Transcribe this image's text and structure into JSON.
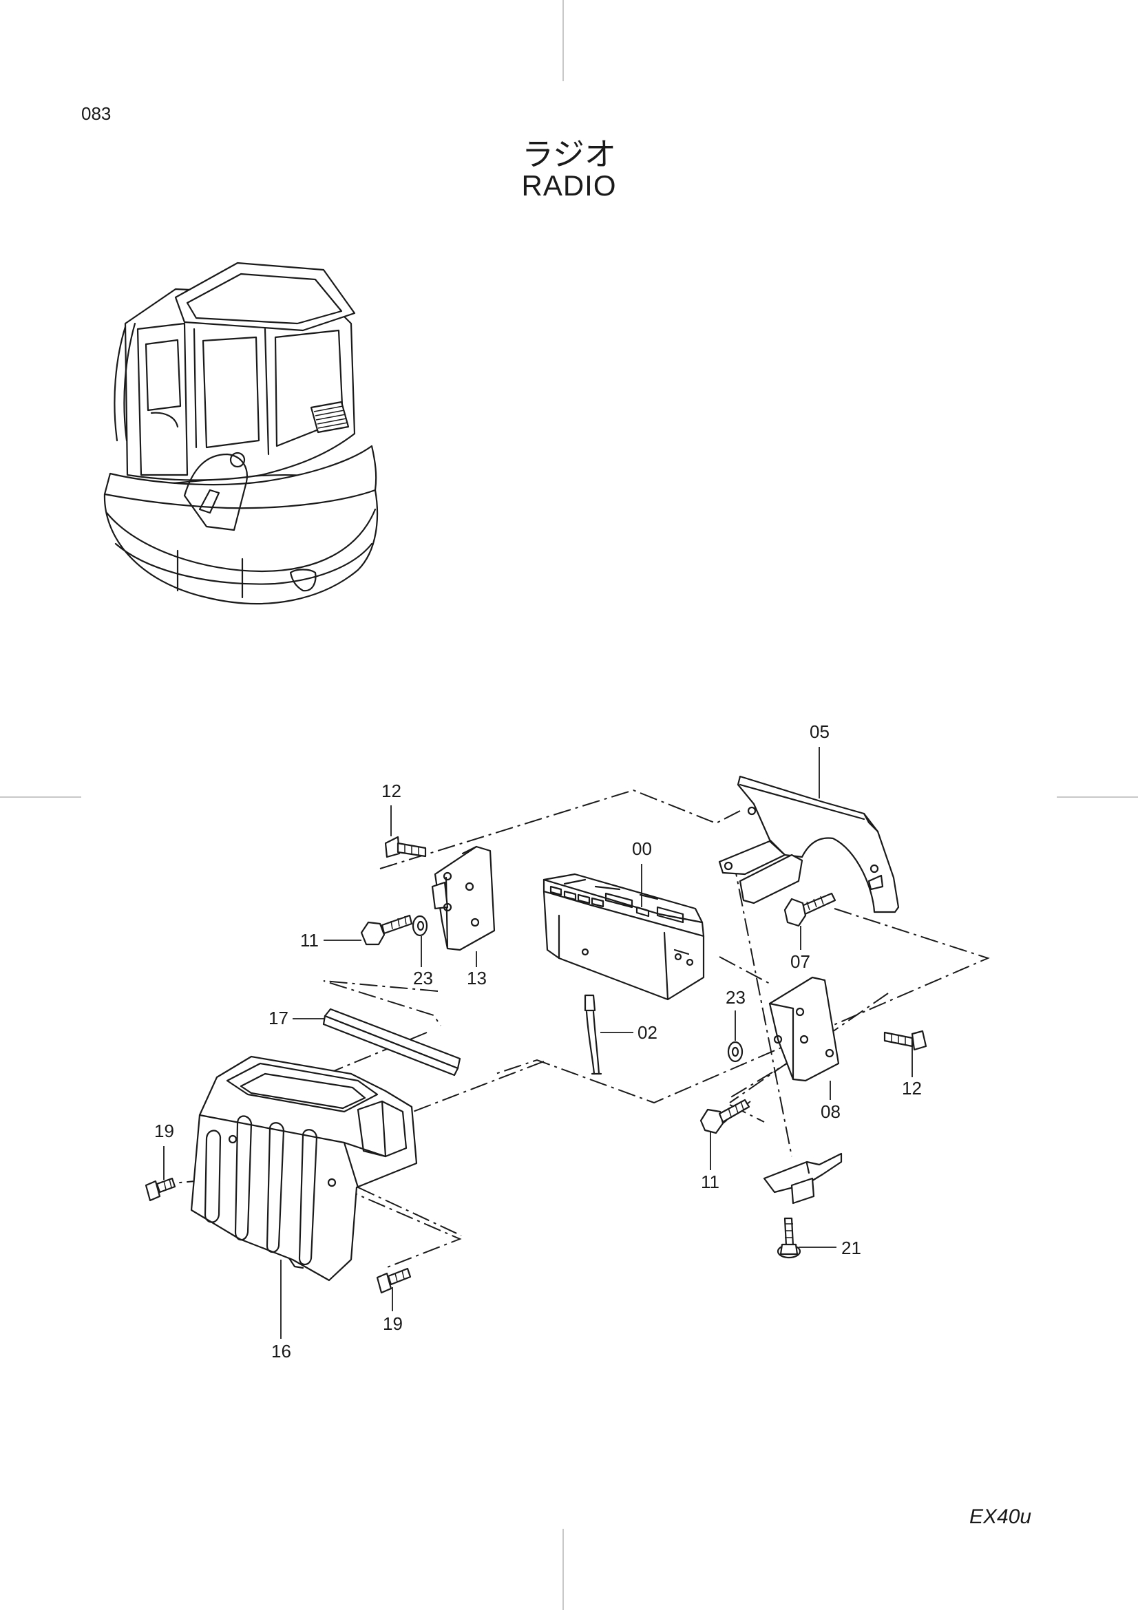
{
  "page": {
    "number": "083",
    "title_ja": "ラジオ",
    "title_en": "RADIO",
    "model": "EX40u"
  },
  "callouts": [
    {
      "id": "00",
      "part": "radio-unit"
    },
    {
      "id": "02",
      "part": "antenna-lead"
    },
    {
      "id": "05",
      "part": "mounting-plate"
    },
    {
      "id": "07",
      "part": "bolt"
    },
    {
      "id": "08",
      "part": "bracket-right"
    },
    {
      "id": "11",
      "part": "bolt"
    },
    {
      "id": "11",
      "part": "bolt"
    },
    {
      "id": "12",
      "part": "bolt"
    },
    {
      "id": "12",
      "part": "bolt"
    },
    {
      "id": "13",
      "part": "bracket-left"
    },
    {
      "id": "16",
      "part": "radio-cover"
    },
    {
      "id": "17",
      "part": "seal-strip"
    },
    {
      "id": "19",
      "part": "screw"
    },
    {
      "id": "19",
      "part": "screw"
    },
    {
      "id": "21",
      "part": "bolt"
    },
    {
      "id": "23",
      "part": "washer"
    },
    {
      "id": "23",
      "part": "washer"
    }
  ]
}
